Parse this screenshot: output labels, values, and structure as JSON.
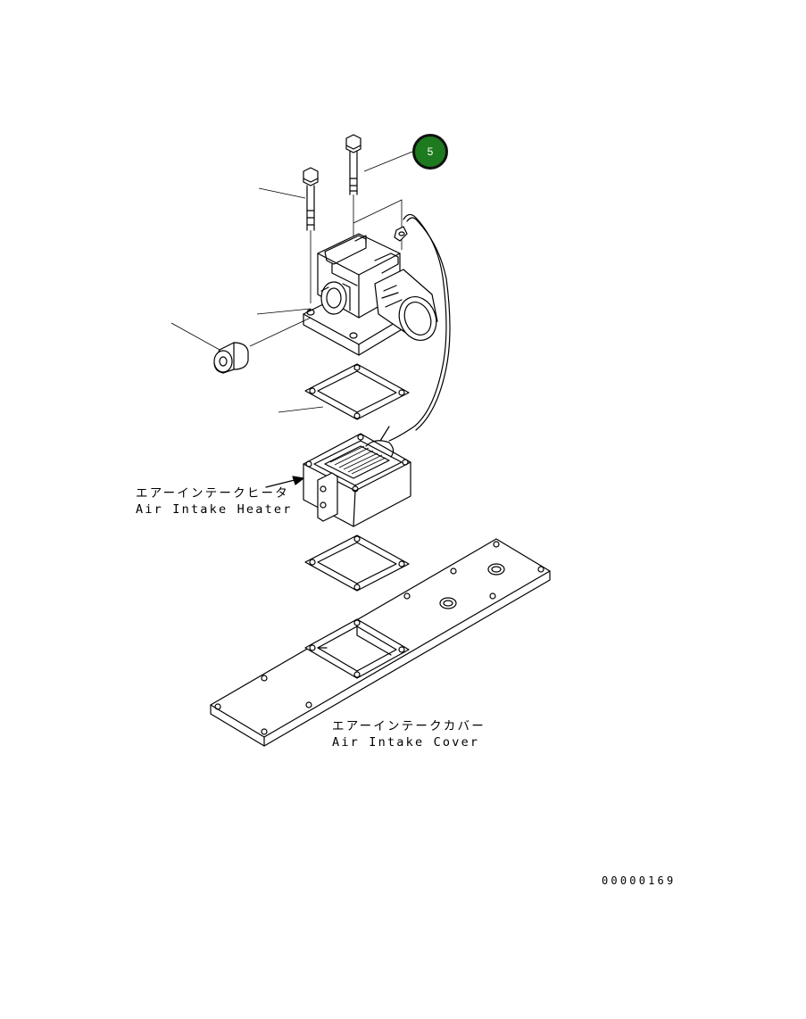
{
  "callout": {
    "number": "5",
    "color": "#1e7a1e"
  },
  "labels": {
    "heater_jp": "エアーインテークヒータ",
    "heater_en": "Air Intake Heater",
    "cover_jp": "エアーインテークカバー",
    "cover_en": "Air Intake Cover"
  },
  "figure_number": "00000169"
}
